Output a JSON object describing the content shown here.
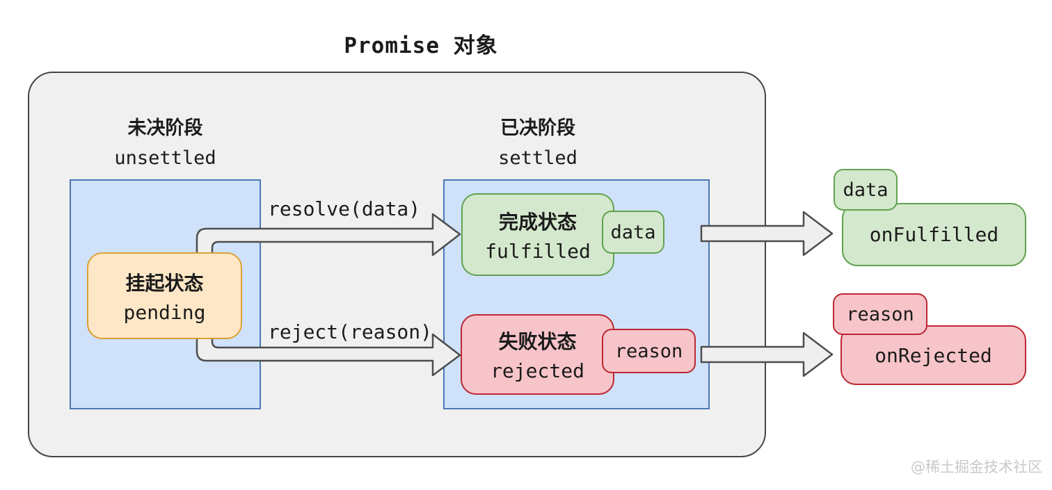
{
  "title": "Promise 对象",
  "stages": {
    "unsettled": {
      "zh": "未决阶段",
      "en": "unsettled"
    },
    "settled": {
      "zh": "已决阶段",
      "en": "settled"
    }
  },
  "states": {
    "pending": {
      "zh": "挂起状态",
      "en": "pending"
    },
    "fulfilled": {
      "zh": "完成状态",
      "en": "fulfilled",
      "tag": "data"
    },
    "rejected": {
      "zh": "失败状态",
      "en": "rejected",
      "tag": "reason"
    }
  },
  "transitions": {
    "resolve": "resolve(data)",
    "reject": "reject(reason)"
  },
  "callbacks": {
    "fulfilled": {
      "label": "onFulfilled",
      "tag": "data"
    },
    "rejected": {
      "label": "onRejected",
      "tag": "reason"
    }
  },
  "watermark": "@稀土掘金技术社区",
  "colors": {
    "container_fill": "#f0f0f0",
    "container_border": "#454545",
    "panel_fill": "#cfe2fa",
    "panel_border": "#4a77b5",
    "pending_fill": "#fde7c6",
    "pending_border": "#dd9f33",
    "fulfilled_fill": "#d4e8cd",
    "fulfilled_border": "#61a14f",
    "rejected_fill": "#f7c4c9",
    "rejected_border": "#bb2731",
    "arrow_fill": "#efefef",
    "arrow_stroke": "#4d4d4d"
  }
}
